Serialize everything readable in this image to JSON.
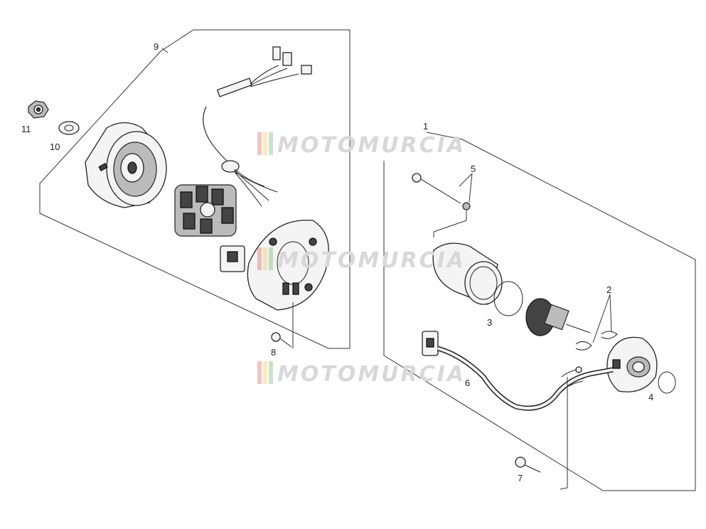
{
  "watermark": "MOTOMURCIA",
  "watermark_colors": [
    "#e05050",
    "#f0c040",
    "#60b060",
    "#c0c0c0"
  ],
  "callouts": {
    "c1": "1",
    "c2": "2",
    "c3": "3",
    "c4": "4",
    "c5": "5",
    "c6": "6",
    "c7": "7",
    "c8": "8",
    "c9": "9",
    "c10": "10",
    "c11": "11"
  }
}
